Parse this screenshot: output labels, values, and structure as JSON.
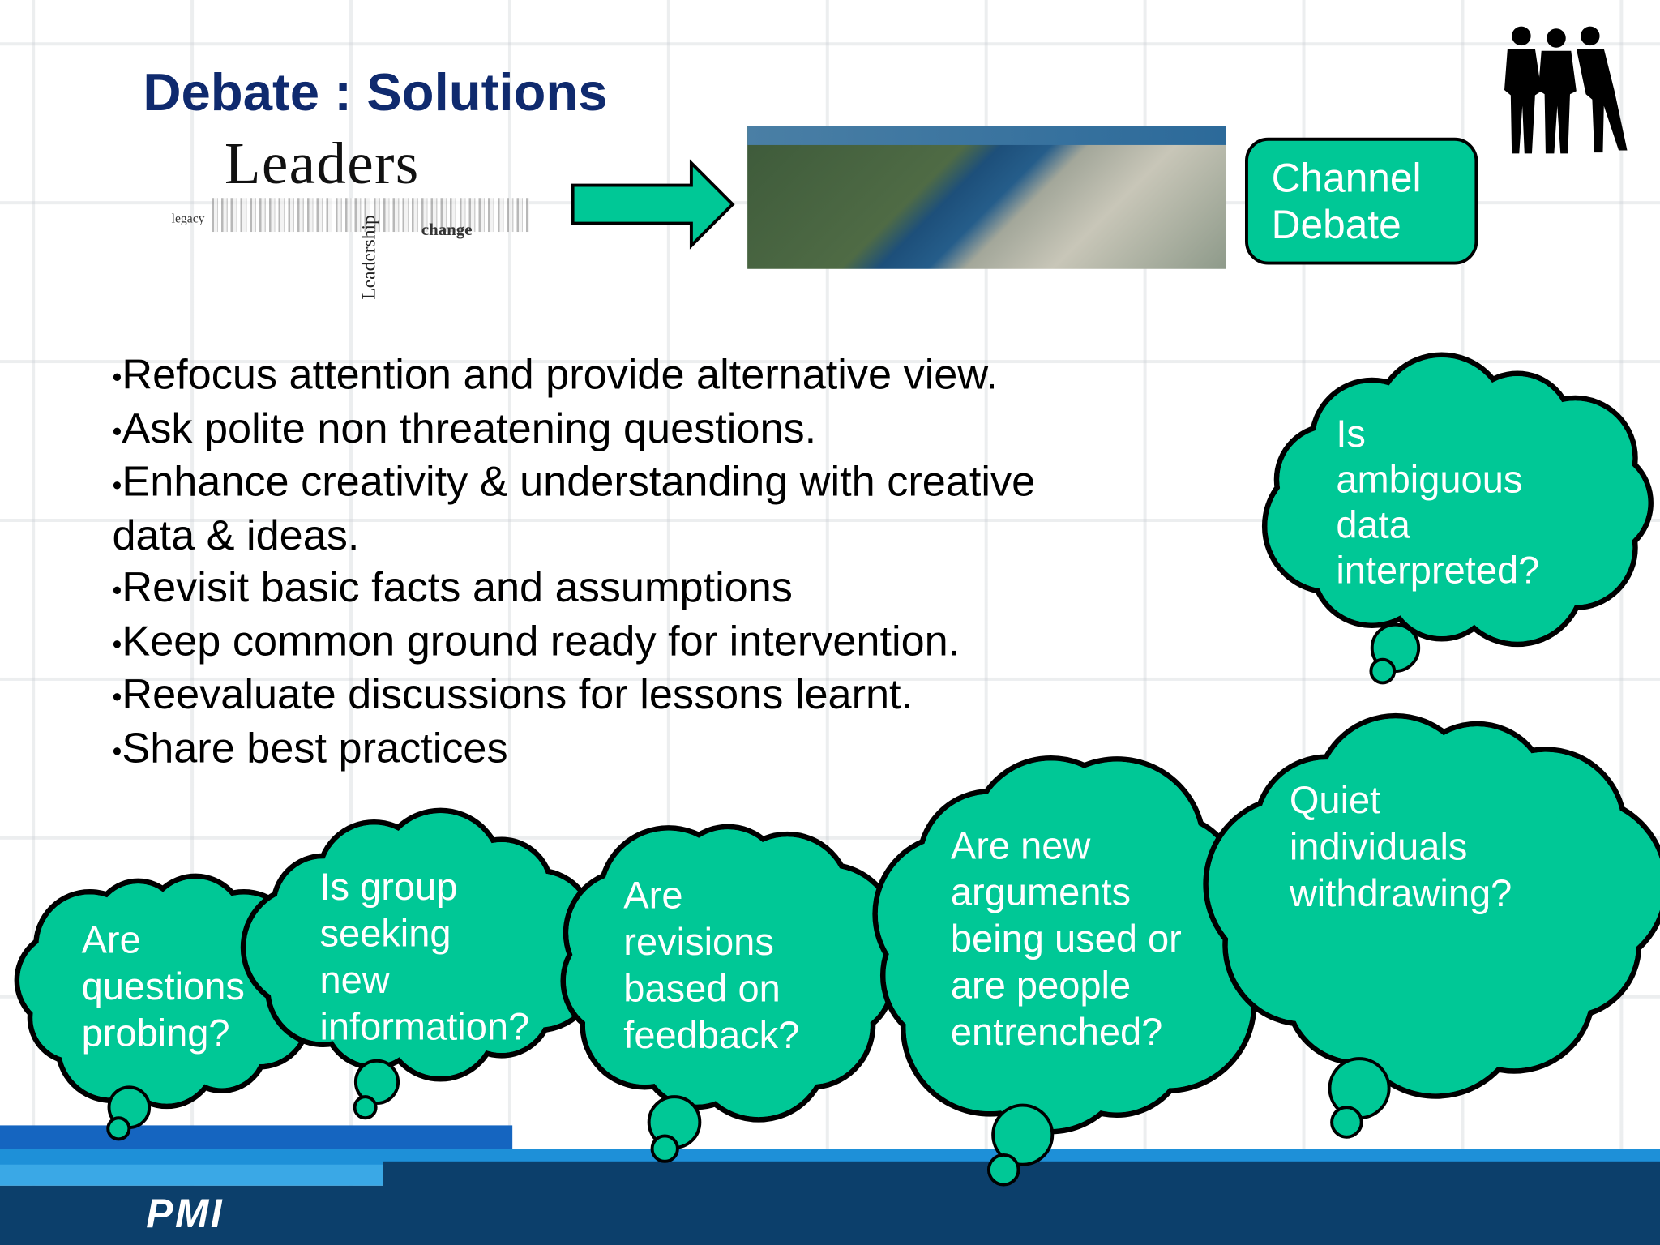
{
  "slide": {
    "title": "Debate : Solutions",
    "leaders_image": {
      "heading": "Leaders",
      "words": [
        "Leadership",
        "change",
        "legacy"
      ]
    },
    "channel_label": "Channel Debate",
    "bullets": [
      "Refocus attention and provide alternative view.",
      "Ask polite non threatening questions.",
      "Enhance creativity & understanding with creative data & ideas.",
      "Revisit basic facts and assumptions",
      "Keep common ground ready for intervention.",
      "Reevaluate discussions for lessons learnt.",
      "Share best practices"
    ],
    "thought_bubbles": [
      "Is ambiguous data interpreted?",
      "Are questions probing?",
      "Is group seeking new information?",
      "Are revisions based on feedback?",
      "Are new arguments being used or are people entrenched?",
      "Quiet individuals withdrawing?"
    ],
    "footer_logo": "PMI"
  },
  "colors": {
    "title": "#0f2a6e",
    "bubble": "#00c896",
    "footer_dark": "#0c3f6b",
    "footer_blue": "#1565c0",
    "footer_light": "#2a9be0"
  }
}
